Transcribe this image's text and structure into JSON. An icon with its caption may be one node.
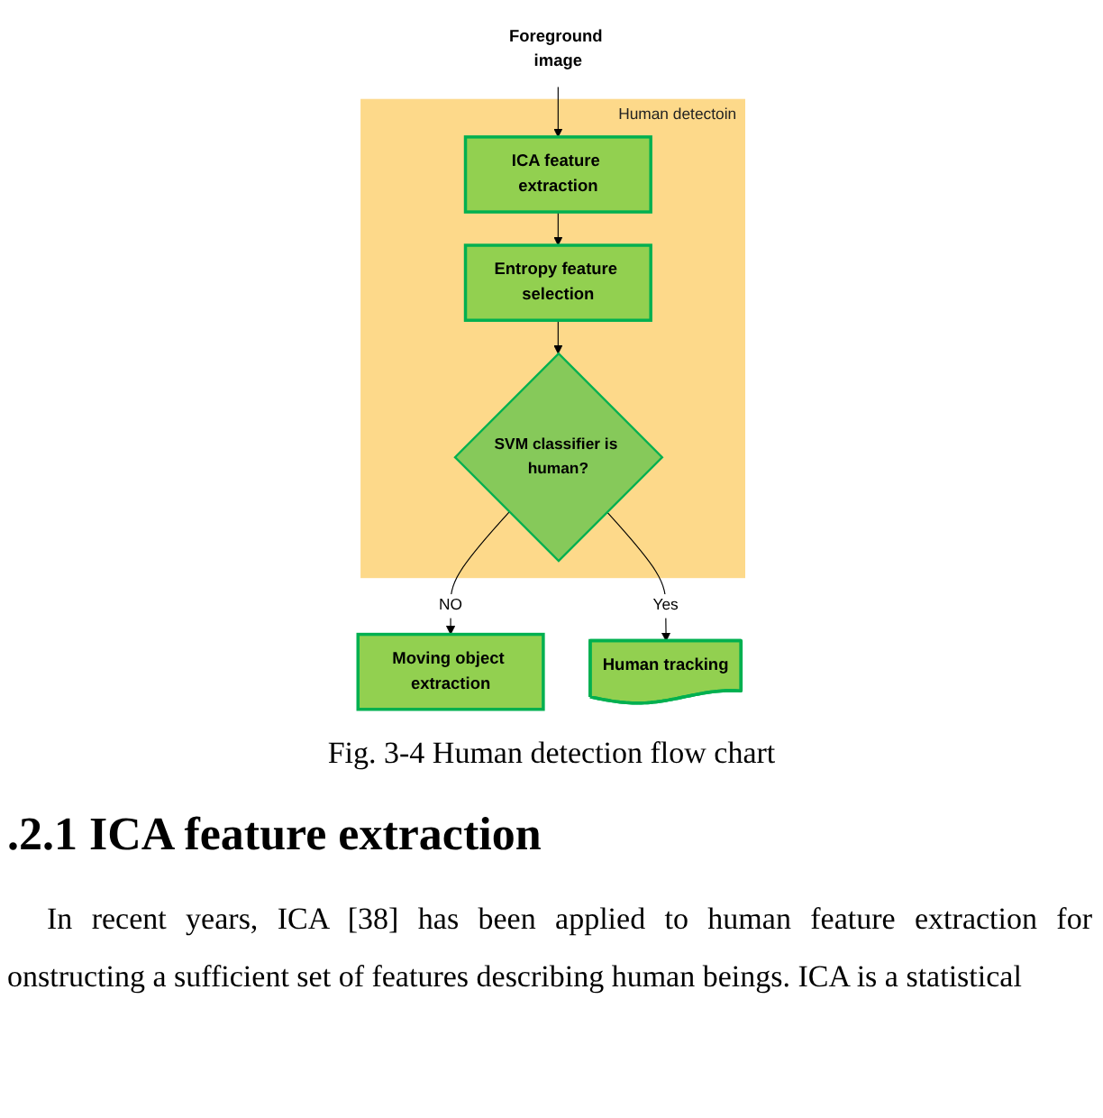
{
  "diagram": {
    "caption": "Fig. 3-4 Human detection flow chart",
    "nodes": [
      {
        "text": [
          "Foreground image"
        ]
      },
      {
        "text": [
          "Human detectoin"
        ]
      },
      {
        "text": [
          "ICA feature extraction"
        ],
        "in": 1
      },
      {
        "text": [
          "Entropy feature selection"
        ],
        "in": 1
      },
      {
        "text": [
          "SVM classifier is human?"
        ],
        "in": 1
      },
      {
        "text": [
          "Moving object extraction"
        ]
      },
      {
        "text": [
          "Human tracking"
        ]
      }
    ],
    "edges": [
      {
        "from": 0,
        "to": 2,
        "arrow": "to"
      },
      {
        "from": 2,
        "to": 3,
        "arrow": "to"
      },
      {
        "from": 3,
        "to": 4,
        "arrow": "to"
      },
      {
        "from": 4,
        "to": 5,
        "arrow": "to",
        "label": "NO"
      },
      {
        "from": 4,
        "to": 6,
        "arrow": "to",
        "label": "Yes"
      }
    ],
    "labels": [
      ".2.1 ICA feature extraction",
      "In recent years, ICA [38] has been applied to human feature extraction for onstructing a sufficient set of features describing human beings. ICA is a statistical"
    ]
  }
}
